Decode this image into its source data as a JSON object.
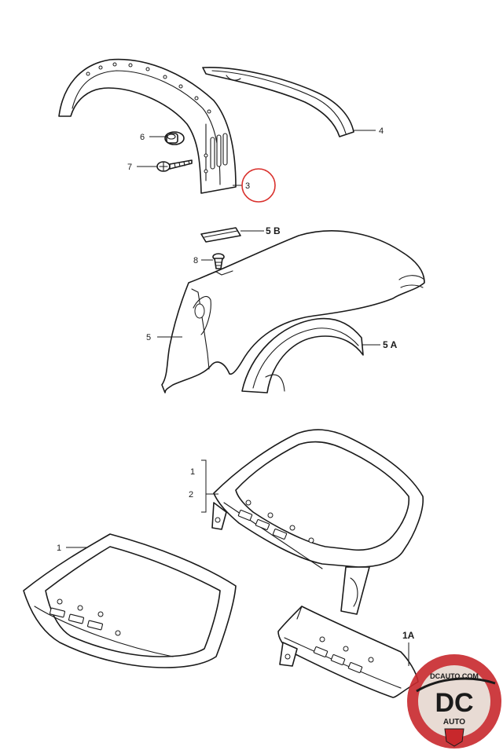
{
  "callouts": {
    "c1": "1",
    "c1_top": "1",
    "c1a": "1A",
    "c2": "2",
    "c3": "3",
    "c4": "4",
    "c5": "5",
    "c5a": "5 A",
    "c5b": "5 B",
    "c6": "6",
    "c7": "7",
    "c8": "8"
  },
  "highlight": {
    "callout": "3",
    "color": "#d9302c"
  },
  "watermark": {
    "text_main": "DC",
    "text_sub": "AUTO",
    "text_url": "DCAUTO.COM",
    "colors": {
      "ring": "#c8282c",
      "center": "#e9e4dc",
      "ink": "#1a1a1a"
    }
  }
}
